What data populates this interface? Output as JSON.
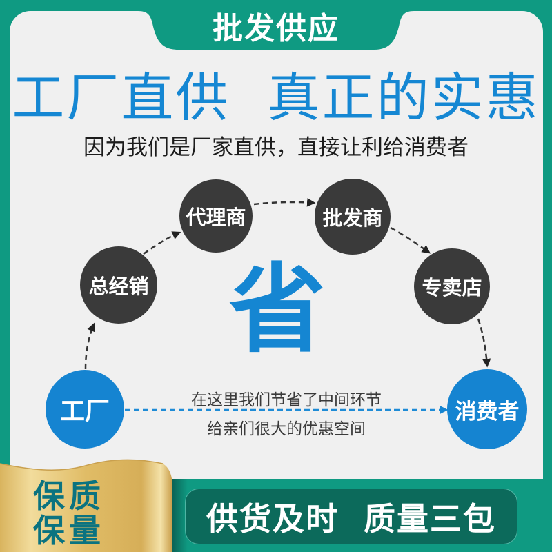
{
  "banner": {
    "title": "批发供应"
  },
  "headline": {
    "text": "工厂直供  真正的实惠",
    "subtitle": "因为我们是厂家直供，直接让利给消费者"
  },
  "diagram": {
    "center_char": "省",
    "nodes": [
      {
        "id": "factory",
        "label": "工厂",
        "style": "blue"
      },
      {
        "id": "general-distributor",
        "label": "总经销",
        "style": "dark"
      },
      {
        "id": "agent",
        "label": "代理商",
        "style": "dark"
      },
      {
        "id": "wholesaler",
        "label": "批发商",
        "style": "dark"
      },
      {
        "id": "specialty-store",
        "label": "专卖店",
        "style": "dark"
      },
      {
        "id": "consumer",
        "label": "消费者",
        "style": "blue"
      }
    ],
    "direct_note": {
      "line1": "在这里我们节省了中间环节",
      "line2": "给亲们很大的优惠空间"
    }
  },
  "footer": {
    "ribbon_line1": "保质",
    "ribbon_line2": "保量",
    "promo": "供货及时  质量三包"
  },
  "colors": {
    "teal": "#0f9a82",
    "panel": "#f0f0f0",
    "blue": "#1584d1",
    "dark_node": "#3a3a3a",
    "gold": "#e2c070",
    "promo_box": "#0c6a5b",
    "ribbon_text": "#0b7380"
  }
}
